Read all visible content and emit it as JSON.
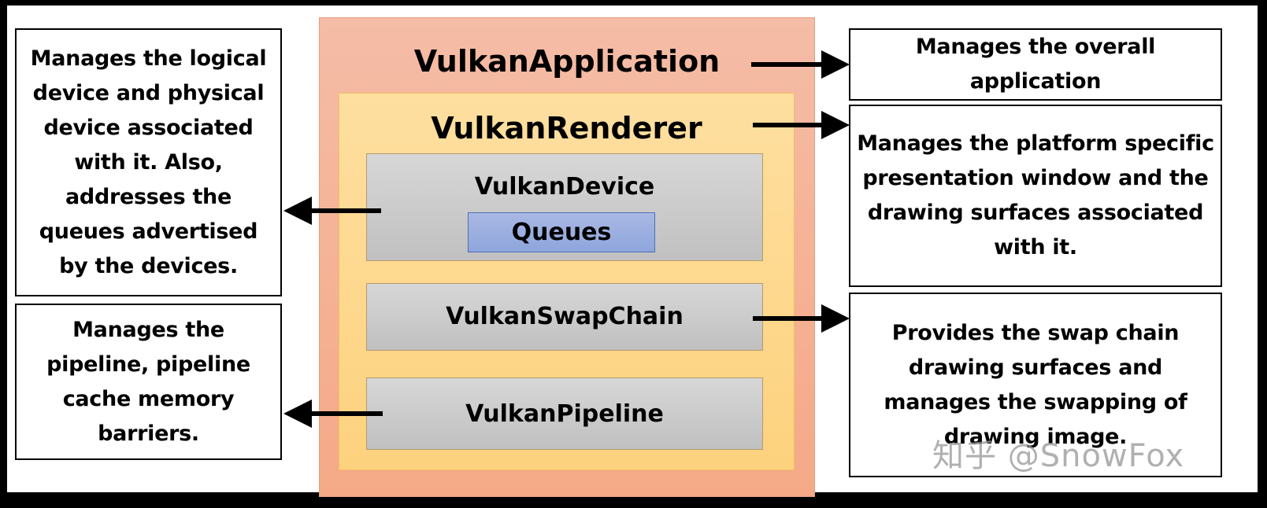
{
  "diagram": {
    "application": {
      "label": "VulkanApplication",
      "description": "Manages the overall application"
    },
    "renderer": {
      "label": "VulkanRenderer",
      "description": "Manages the platform specific presentation window and the drawing surfaces associated with it."
    },
    "device": {
      "label": "VulkanDevice",
      "child_label": "Queues",
      "description": "Manages the logical device and physical device associated with it. Also, addresses the queues advertised by the devices."
    },
    "swapchain": {
      "label": "VulkanSwapChain",
      "description": "Provides the swap chain drawing surfaces and manages the swapping of drawing image."
    },
    "pipeline": {
      "label": "VulkanPipeline",
      "description": "Manages the pipeline, pipeline cache memory barriers."
    }
  },
  "watermark": "知乎 @SnowFox",
  "colors": {
    "application_fill": "#f5b49a",
    "renderer_fill": "#fdd98c",
    "component_fill": "#cccccc",
    "queues_fill": "#9db0e0",
    "frame": "#000000"
  }
}
